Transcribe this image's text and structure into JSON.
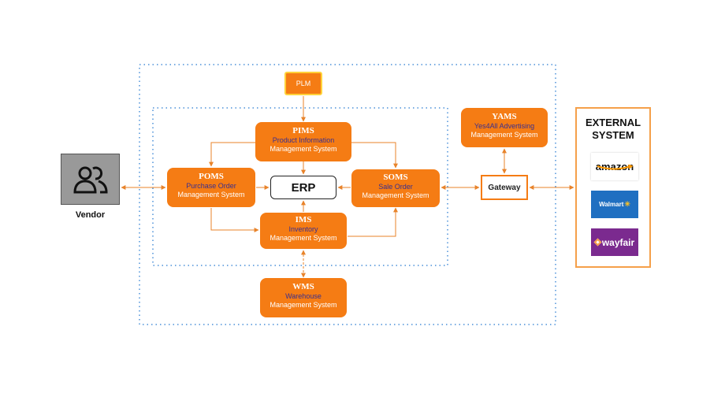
{
  "colors": {
    "accent": "#f57c14",
    "subtitle": "#3a2f8f",
    "outer_border": "#4a90d9",
    "plm_border": "#ffd23a"
  },
  "vendor": {
    "label": "Vendor",
    "icon": "users-icon"
  },
  "plm": {
    "label": "PLM"
  },
  "pims": {
    "title": "PIMS",
    "subtitle": "Product Information",
    "mgmt": "Management System"
  },
  "poms": {
    "title": "POMS",
    "subtitle": "Purchase Order",
    "mgmt": "Management System"
  },
  "erp": {
    "label": "ERP"
  },
  "soms": {
    "title": "SOMS",
    "subtitle": "Sale Order",
    "mgmt": "Management System"
  },
  "ims": {
    "title": "IMS",
    "subtitle": "Inventory",
    "mgmt": "Management System"
  },
  "wms": {
    "title": "WMS",
    "subtitle": "Warehouse",
    "mgmt": "Management System"
  },
  "yams": {
    "title": "YAMS",
    "subtitle": "Yes4All Advertising",
    "mgmt": "Management System"
  },
  "gateway": {
    "label": "Gateway"
  },
  "external": {
    "title": "EXTERNAL\nSYSTEM",
    "logos": {
      "amazon": "amazon",
      "walmart": "Walmart",
      "wayfair": "wayfair"
    }
  }
}
